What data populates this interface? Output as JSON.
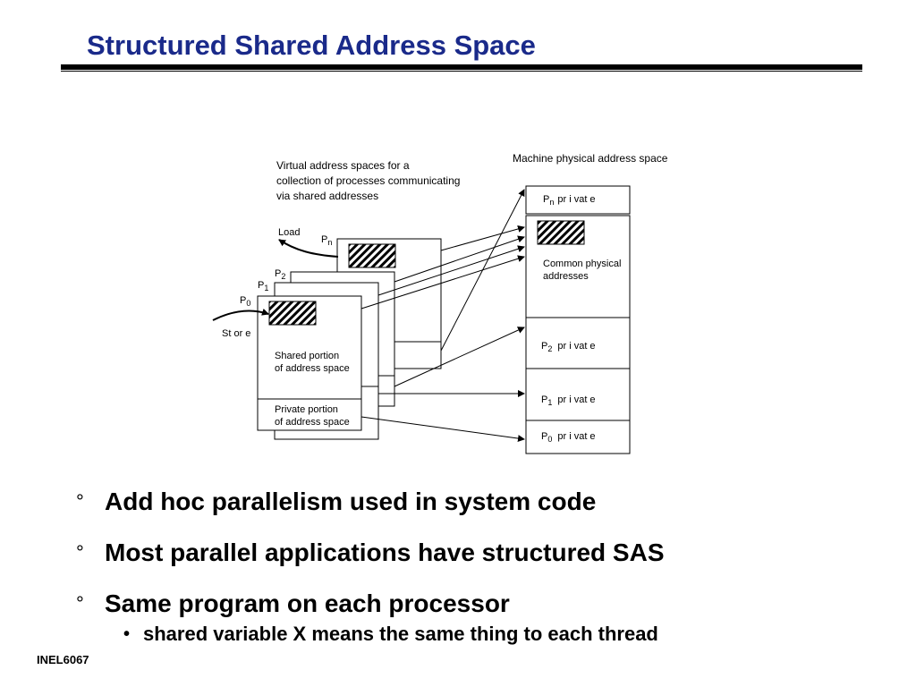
{
  "title": "Structured Shared Address Space",
  "diagram": {
    "virtual_caption": [
      "Virtual address spaces for a",
      "collection of processes communicating",
      "via shared addresses"
    ],
    "physical_caption": "Machine physical address space",
    "load_label": "Load",
    "store_label": "St or e",
    "proc_prefix": "P",
    "proc_n_sub": "n",
    "proc_2_sub": "2",
    "proc_1_sub": "1",
    "proc_0_sub": "0",
    "shared_portion": [
      "Shared portion",
      "of address space"
    ],
    "private_portion": [
      "Private portion",
      "of address space"
    ],
    "common_physical": [
      "Common physical",
      "addresses"
    ],
    "private_suffix": "pr i vat e"
  },
  "bullets": [
    {
      "mark": "°",
      "text": "Add hoc parallelism used in system code"
    },
    {
      "mark": "°",
      "text": "Most parallel applications have structured SAS"
    },
    {
      "mark": "°",
      "text": "Same program on each processor"
    }
  ],
  "sub_bullet": {
    "mark": "•",
    "text": "shared variable X means the same thing to each thread"
  },
  "footer": "INEL6067"
}
